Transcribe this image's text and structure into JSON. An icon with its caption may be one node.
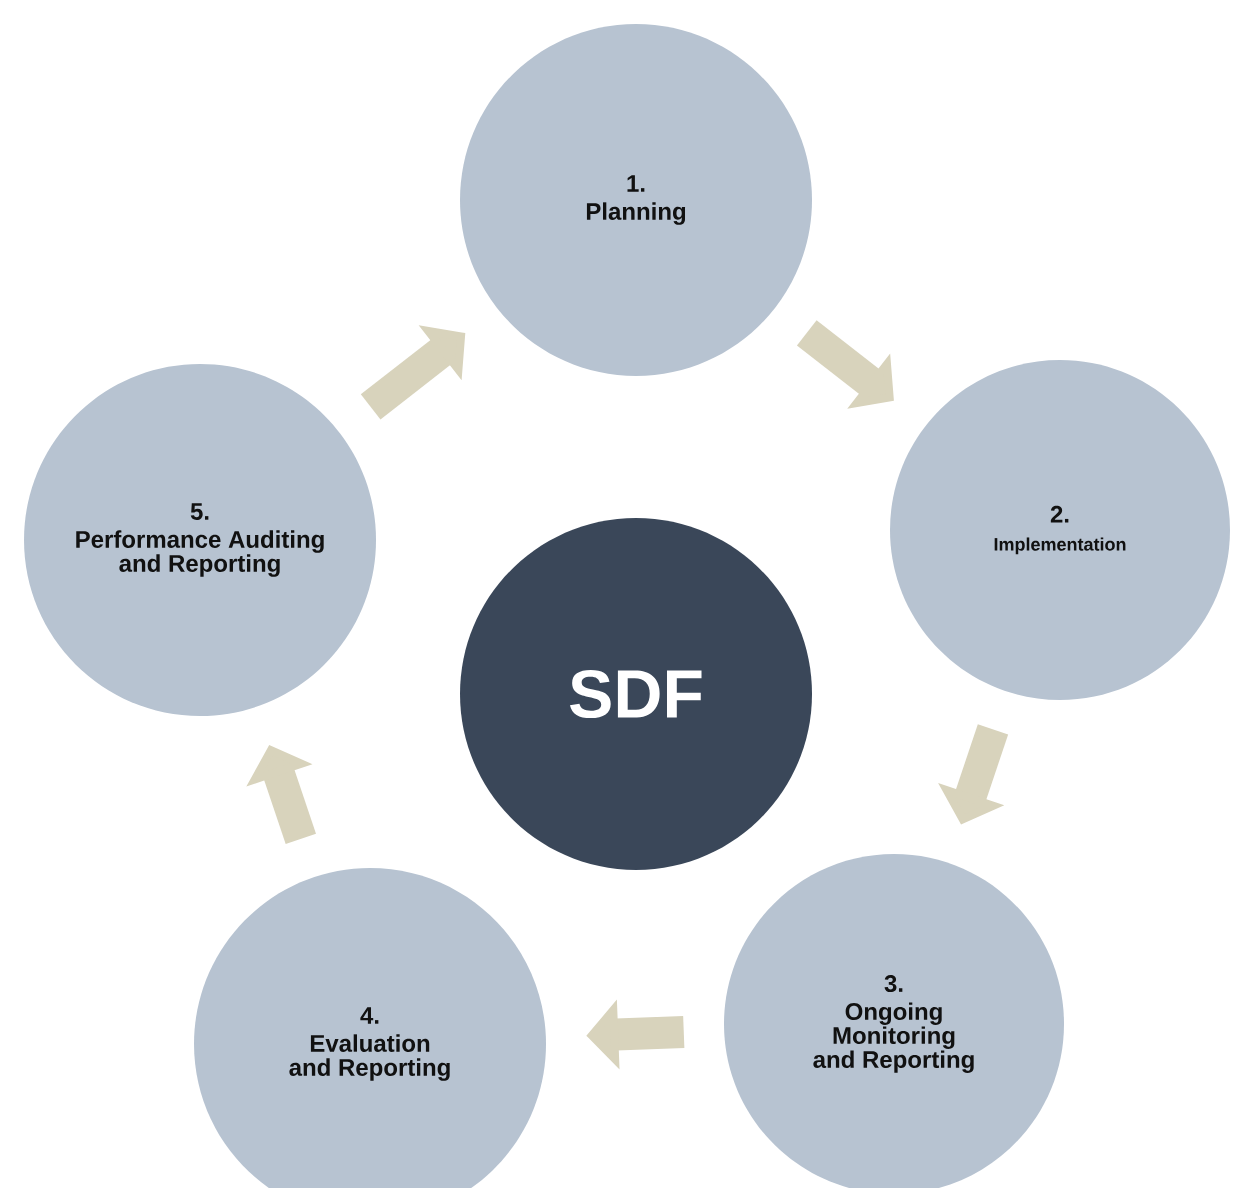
{
  "diagram": {
    "nodes": [
      {
        "text": [
          "1.",
          "Planning"
        ]
      },
      {
        "text": [
          "2.",
          "Implementation"
        ]
      },
      {
        "text": [
          "3.",
          "Ongoing Monitoring and Reporting"
        ]
      },
      {
        "text": [
          "4.",
          "Evaluation and Reporting"
        ]
      },
      {
        "text": [
          "5.",
          "Performance Auditing and Reporting"
        ]
      },
      {
        "text": [
          "SDF"
        ]
      }
    ],
    "edges": [
      {
        "from": 0,
        "to": 1,
        "arrow": "to"
      },
      {
        "from": 1,
        "to": 2,
        "arrow": "to"
      },
      {
        "from": 2,
        "to": 3,
        "arrow": "to"
      },
      {
        "from": 3,
        "to": 4,
        "arrow": "to"
      },
      {
        "from": 4,
        "to": 0,
        "arrow": "to"
      }
    ]
  }
}
